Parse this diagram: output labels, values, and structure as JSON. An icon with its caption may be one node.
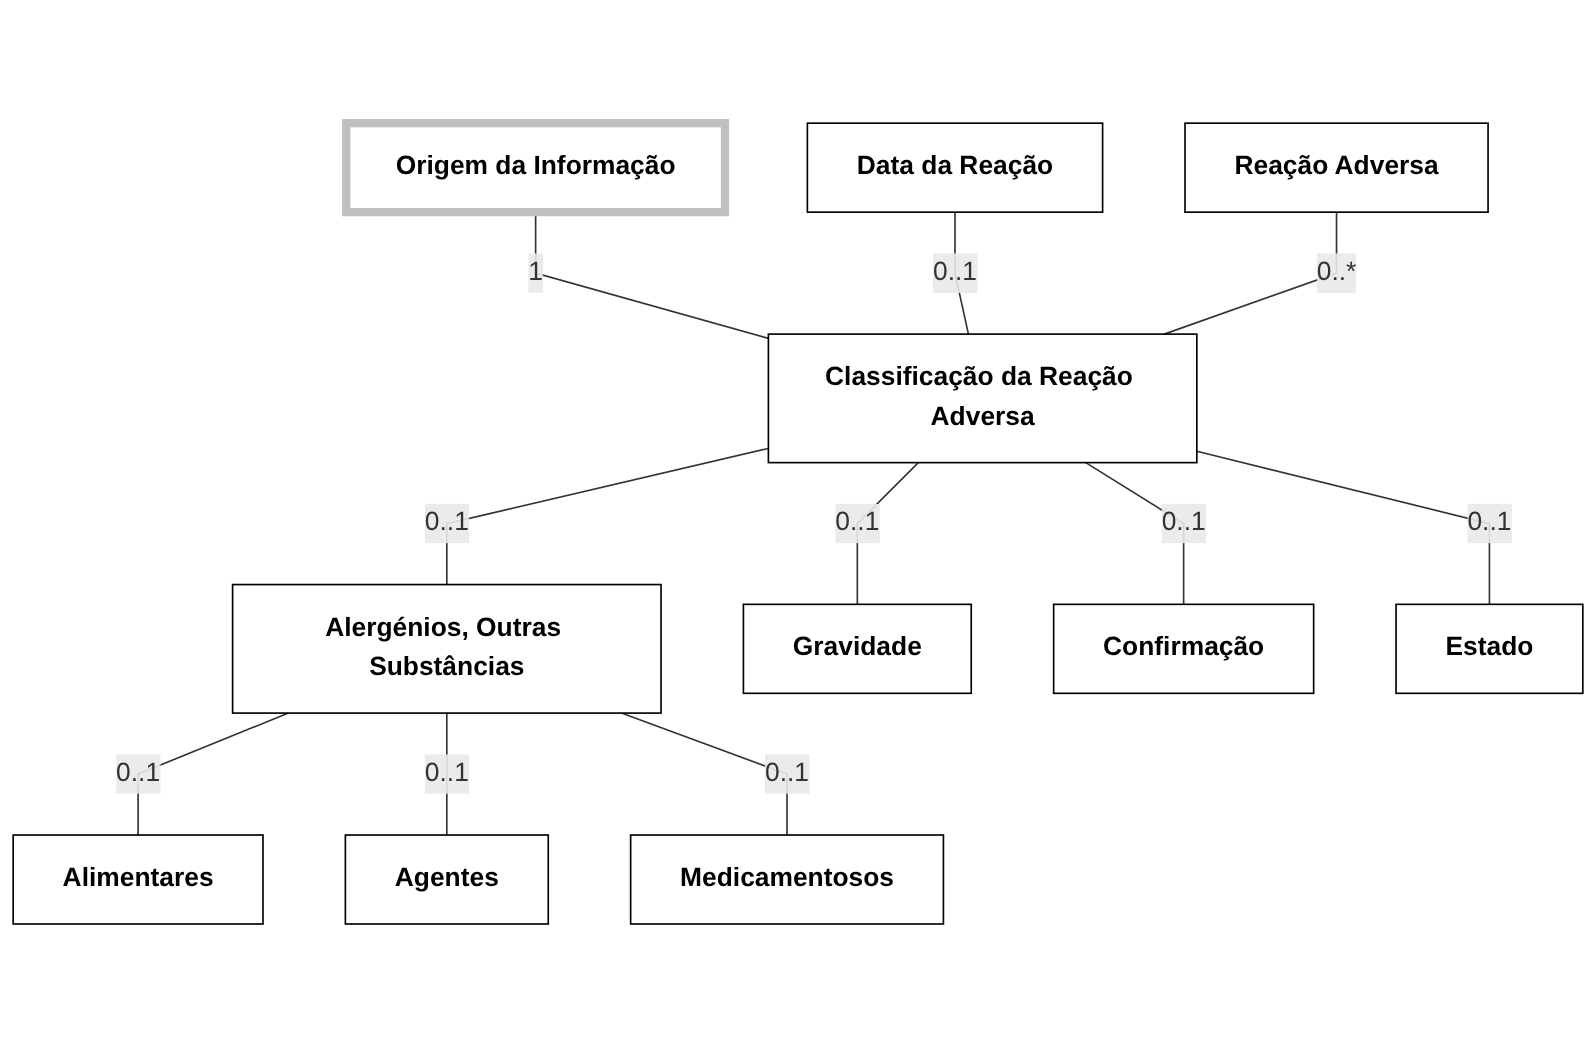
{
  "diagram": {
    "nodes": [
      {
        "text": [
          "Origem da Informação"
        ]
      },
      {
        "text": [
          "Data da Reação"
        ]
      },
      {
        "text": [
          "Reação Adversa"
        ]
      },
      {
        "text": [
          "Alergénios, Outras Substâncias"
        ]
      },
      {
        "text": [
          "Classificação da Reação Adversa"
        ]
      },
      {
        "text": [
          "Gravidade"
        ]
      },
      {
        "text": [
          "Alimentares"
        ]
      },
      {
        "text": [
          "Agentes"
        ]
      },
      {
        "text": [
          "Medicamentosos"
        ]
      },
      {
        "text": [
          "Confirmação"
        ]
      },
      {
        "text": [
          "Estado"
        ]
      }
    ],
    "edges": [
      {
        "from": 0,
        "to": 4,
        "arrow": "none",
        "label": "1"
      },
      {
        "from": 1,
        "to": 4,
        "arrow": "none",
        "label": "0..1"
      },
      {
        "from": 2,
        "to": 4,
        "arrow": "none",
        "label": "0..*"
      },
      {
        "from": 4,
        "to": 3,
        "arrow": "none",
        "label": "0..1"
      },
      {
        "from": 4,
        "to": 5,
        "arrow": "none",
        "label": "0..1"
      },
      {
        "from": 3,
        "to": 6,
        "arrow": "none",
        "label": "0..1"
      },
      {
        "from": 3,
        "to": 7,
        "arrow": "none",
        "label": "0..1"
      },
      {
        "from": 3,
        "to": 8,
        "arrow": "none",
        "label": "0..1"
      },
      {
        "from": 4,
        "to": 9,
        "arrow": "none",
        "label": "0..1"
      },
      {
        "from": 4,
        "to": 10,
        "arrow": "none",
        "label": "0..1"
      }
    ]
  }
}
